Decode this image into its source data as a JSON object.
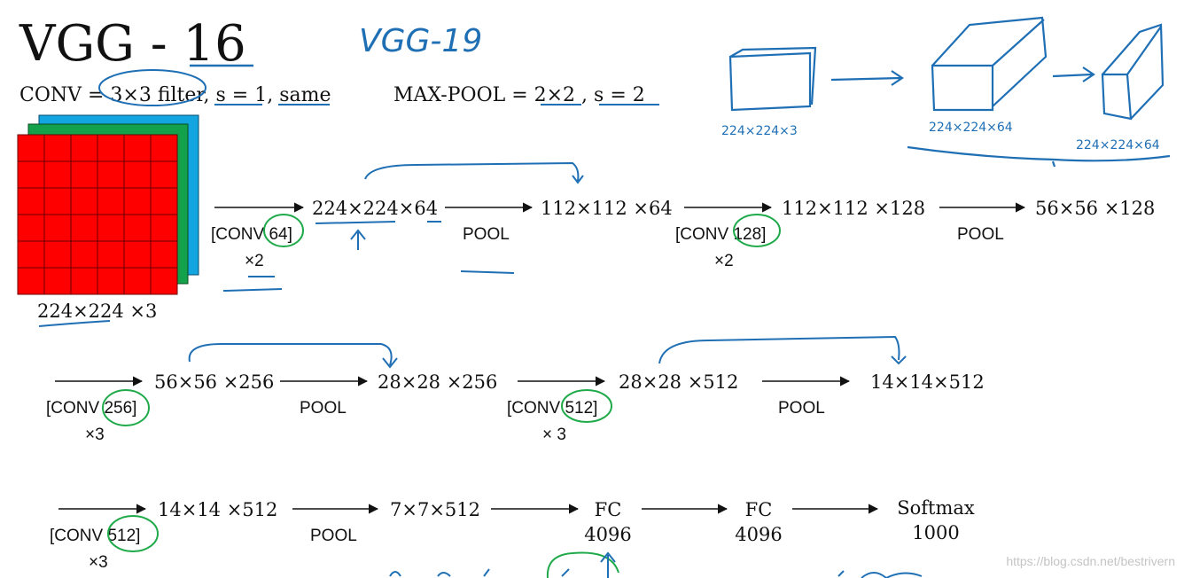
{
  "title": "VGG - 16",
  "handwritten_title": "VGG-19",
  "conv_def": "CONV = 3×3 filter, s = 1, same",
  "pool_def": "MAX-POOL = 2×2 , s = 2",
  "input_label": "224×224 ×3",
  "sketch_labels": [
    "224×224×3",
    "224×224×64",
    "224×224×64"
  ],
  "row1": {
    "layers": [
      "224×224×64",
      "112×112 ×64",
      "112×112 ×128",
      "56×56 ×128"
    ],
    "ops": [
      {
        "top": "[CONV 64]",
        "bottom": "×2"
      },
      {
        "top": "POOL",
        "bottom": ""
      },
      {
        "top": "[CONV 128]",
        "bottom": "×2"
      },
      {
        "top": "POOL",
        "bottom": ""
      }
    ]
  },
  "row2": {
    "layers": [
      "56×56 ×256",
      "28×28 ×256",
      "28×28 ×512",
      "14×14×512"
    ],
    "ops": [
      {
        "top": "[CONV 256]",
        "bottom": "×3"
      },
      {
        "top": "POOL",
        "bottom": ""
      },
      {
        "top": "[CONV 512]",
        "bottom": "× 3"
      },
      {
        "top": "POOL",
        "bottom": ""
      }
    ]
  },
  "row3": {
    "layers": [
      "14×14 ×512",
      "7×7×512"
    ],
    "ops": [
      {
        "top": "[CONV 512]",
        "bottom": "×3"
      },
      {
        "top": "POOL",
        "bottom": ""
      }
    ],
    "fc": [
      {
        "name": "FC",
        "size": "4096"
      },
      {
        "name": "FC",
        "size": "4096"
      },
      {
        "name": "Softmax",
        "size": "1000"
      }
    ]
  },
  "watermark": "https://blog.csdn.net/bestrivern",
  "colors": {
    "ink": "#1a1a1a",
    "pen_blue": "#1f6fb5",
    "pen_green": "#1faa4a",
    "red": "#ff0000",
    "green": "#13a24b",
    "cyan": "#12a5e0"
  }
}
